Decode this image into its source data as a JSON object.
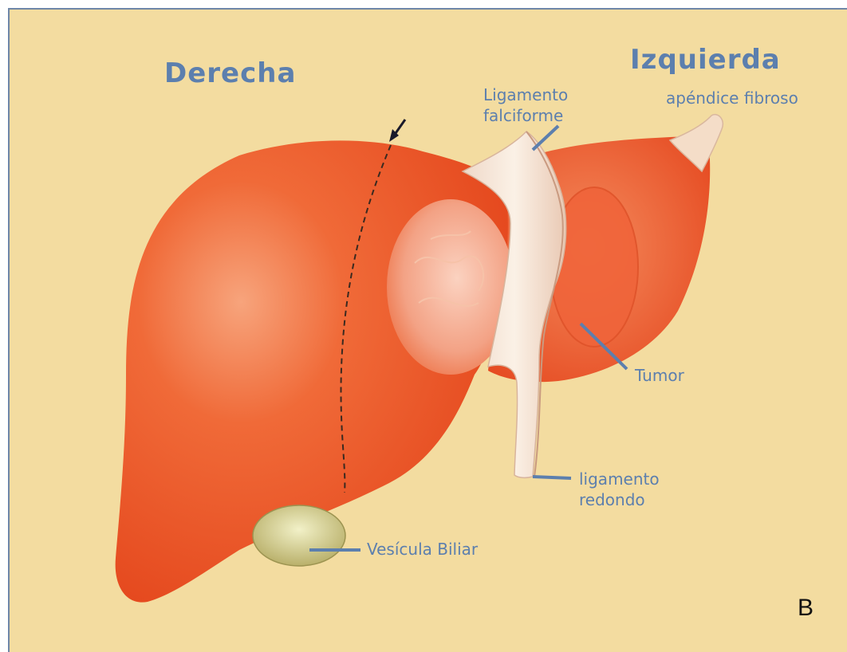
{
  "labels": {
    "right": "Derecha",
    "left": "Izquierda",
    "falciform_ligament_line1": "Ligamento",
    "falciform_ligament_line2": "falciforme",
    "fibrous_appendix": "apéndice fibroso",
    "tumor": "Tumor",
    "round_ligament_line1": "ligamento",
    "round_ligament_line2": "redondo",
    "gallbladder": "Vesícula Biliar",
    "panel_letter": "B"
  },
  "colors": {
    "background": "#f3dca0",
    "liver": "#f05a2a",
    "ligament": "#f6e6d8",
    "gallbladder": "#c9c98a",
    "label_text": "#5c7fae",
    "leader_line": "#5c7fae"
  }
}
